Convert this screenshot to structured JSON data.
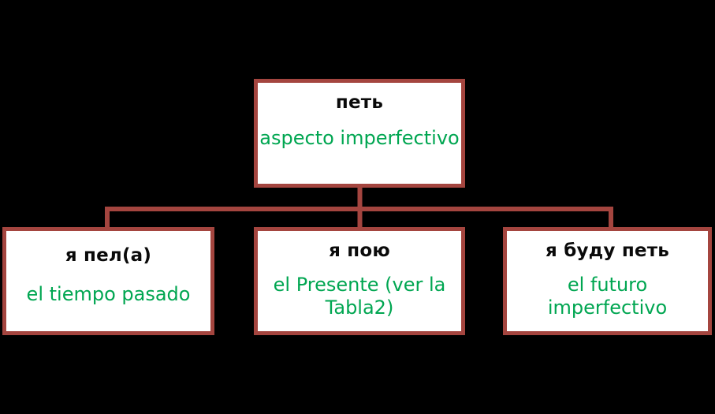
{
  "diagram": {
    "type": "tree",
    "background_color": "#000000",
    "box_fill_color": "#ffffff",
    "box_border_color": "#a4453f",
    "connector_color": "#a4453f",
    "title_color": "#0a0a0a",
    "gloss_color": "#00a651",
    "root": {
      "title": "петь",
      "gloss": "aspecto imperfectivo"
    },
    "children": [
      {
        "title": "я пел(а)",
        "gloss": "el tiempo pasado"
      },
      {
        "title": "я пою",
        "gloss": "el Presente (ver la Tabla2)"
      },
      {
        "title": "я буду петь",
        "gloss": "el futuro imperfectivo"
      }
    ]
  }
}
